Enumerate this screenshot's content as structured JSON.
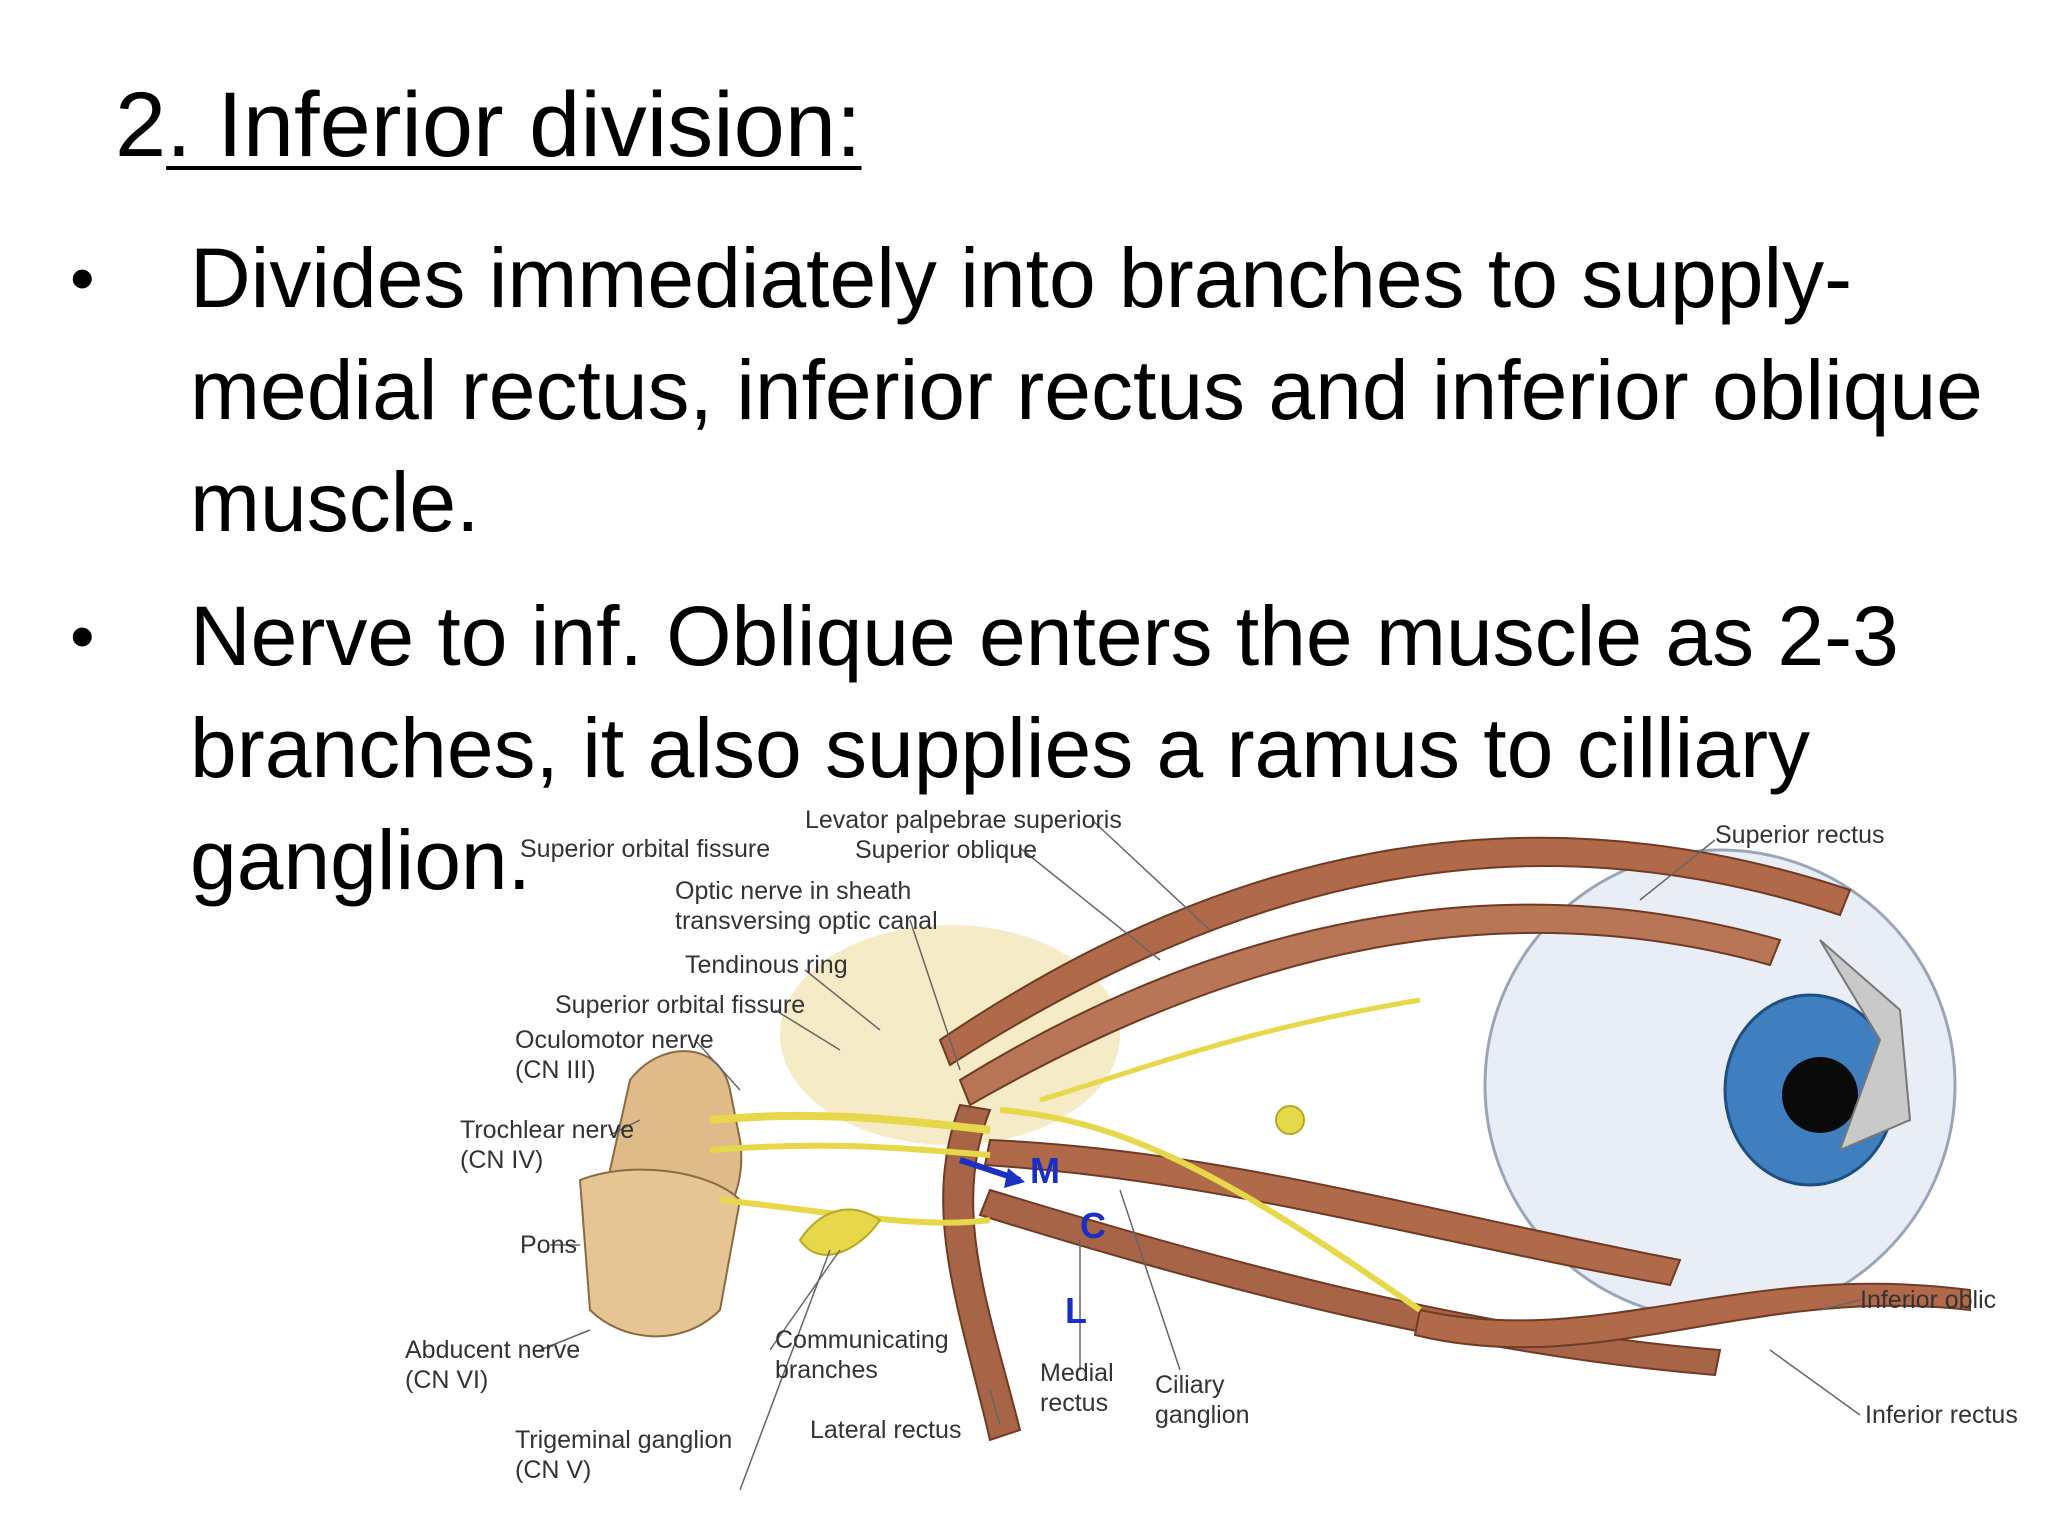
{
  "slide": {
    "title_number": "2",
    "title_text": ". Inferior division:",
    "bullets": [
      "Divides immediately into branches to supply- medial rectus, inferior rectus and inferior oblique muscle.",
      "Nerve to inf. Oblique enters the muscle as 2-3 branches, it also supplies a ramus to cilliary ganglion."
    ],
    "bullet_symbol": "•"
  },
  "figure": {
    "labels": {
      "levator": "Levator palpebrae superioris",
      "sup_oblique": "Superior oblique",
      "sup_rectus": "Superior rectus",
      "optic_nerve": "Optic nerve in sheath\ntransversing optic canal",
      "tendinous_ring": "Tendinous ring",
      "sup_orbital_fissure": "Superior orbital fissure",
      "oculomotor": "Oculomotor nerve\n(CN III)",
      "trochlear": "Trochlear nerve\n(CN IV)",
      "pons": "Pons",
      "abducent": "Abducent nerve\n(CN VI)",
      "communicating": "Communicating\nbranches",
      "trigeminal": "Trigeminal ganglion\n(CN V)",
      "lateral_rectus": "Lateral rectus",
      "medial_rectus": "Medial\nrectus",
      "ciliary": "Ciliary\nganglion",
      "inf_oblique": "Inferior oblic",
      "inf_rectus": "Inferior rectus"
    },
    "marks": {
      "m": "M",
      "c": "C",
      "l": "L"
    },
    "colors": {
      "nerve": "#e6d84a",
      "muscle": "#b06a4a",
      "tendon": "#d9d9d9",
      "iris": "#3f7fc0",
      "sclera": "#e9eef6",
      "brainstem": "#e0bb8a",
      "mark": "#1a2fc4"
    }
  }
}
